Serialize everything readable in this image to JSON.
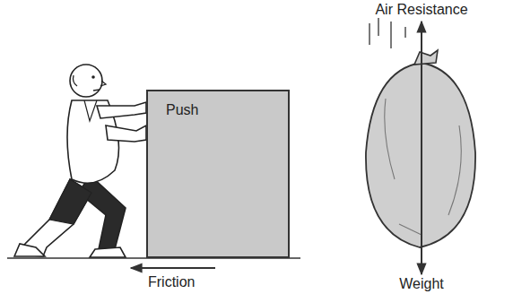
{
  "diagram": {
    "nodes": [
      {
        "text": [
          "Push"
        ]
      }
    ],
    "labels": [
      "Friction",
      "Air Resistance",
      "Weight"
    ]
  }
}
